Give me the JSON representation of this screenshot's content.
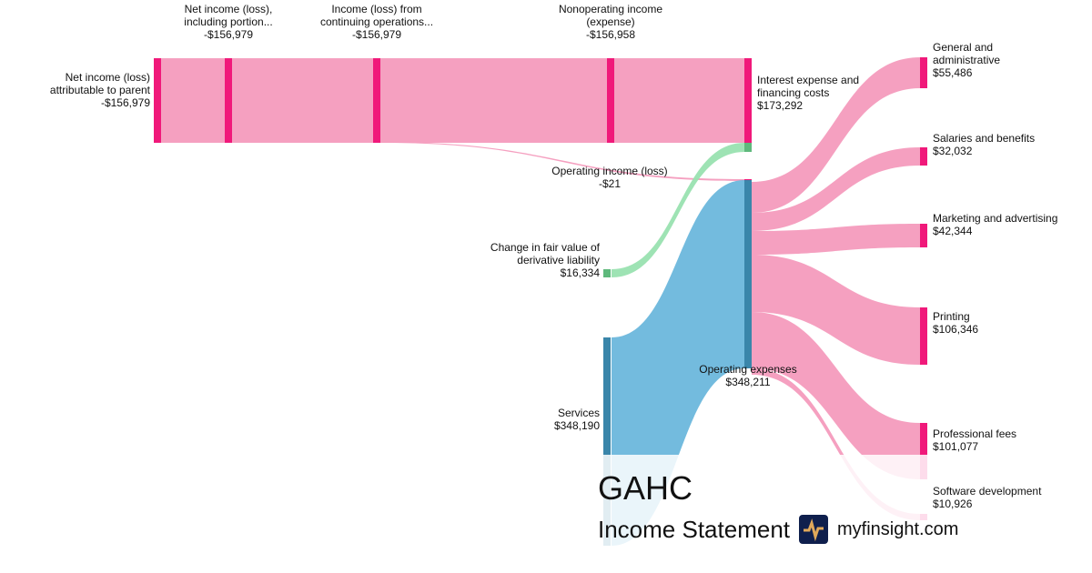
{
  "title": "GAHC",
  "subtitle": "Income Statement",
  "brand": "myfinsight.com",
  "colors": {
    "expense": "#f49bbd",
    "expense_node": "#f0197a",
    "revenue": "#6bb7dc",
    "revenue_node": "#3a86aa",
    "gain": "#99e2b0",
    "gain_node": "#5fb97c"
  },
  "chart_data": {
    "type": "sankey",
    "nodes": [
      {
        "id": "ni_parent",
        "label": [
          "Net income (loss)",
          "attributable to parent"
        ],
        "value_label": "-$156,979",
        "value": -156979
      },
      {
        "id": "ni_incl",
        "label": [
          "Net income (loss),",
          "including portion..."
        ],
        "value_label": "-$156,979",
        "value": -156979
      },
      {
        "id": "cont_ops",
        "label": [
          "Income (loss) from",
          "continuing operations..."
        ],
        "value_label": "-$156,979",
        "value": -156979
      },
      {
        "id": "nonop",
        "label": [
          "Nonoperating income",
          "(expense)"
        ],
        "value_label": "-$156,958",
        "value": -156958
      },
      {
        "id": "interest",
        "label": [
          "Interest expense and",
          "financing costs"
        ],
        "value_label": "$173,292",
        "value": 173292
      },
      {
        "id": "op_income",
        "label": [
          "Operating income (loss)"
        ],
        "value_label": "-$21",
        "value": -21
      },
      {
        "id": "fair_value",
        "label": [
          "Change in fair value of",
          "derivative liability"
        ],
        "value_label": "$16,334",
        "value": 16334
      },
      {
        "id": "services",
        "label": [
          "Services"
        ],
        "value_label": "$348,190",
        "value": 348190
      },
      {
        "id": "opex",
        "label": [
          "Operating expenses"
        ],
        "value_label": "$348,211",
        "value": 348211
      },
      {
        "id": "ga",
        "label": [
          "General and",
          "administrative"
        ],
        "value_label": "$55,486",
        "value": 55486
      },
      {
        "id": "salaries",
        "label": [
          "Salaries and benefits"
        ],
        "value_label": "$32,032",
        "value": 32032
      },
      {
        "id": "marketing",
        "label": [
          "Marketing and advertising"
        ],
        "value_label": "$42,344",
        "value": 42344
      },
      {
        "id": "printing",
        "label": [
          "Printing"
        ],
        "value_label": "$106,346",
        "value": 106346
      },
      {
        "id": "professional",
        "label": [
          "Professional fees"
        ],
        "value_label": "$101,077",
        "value": 101077
      },
      {
        "id": "software",
        "label": [
          "Software development"
        ],
        "value_label": "$10,926",
        "value": 10926
      }
    ]
  }
}
